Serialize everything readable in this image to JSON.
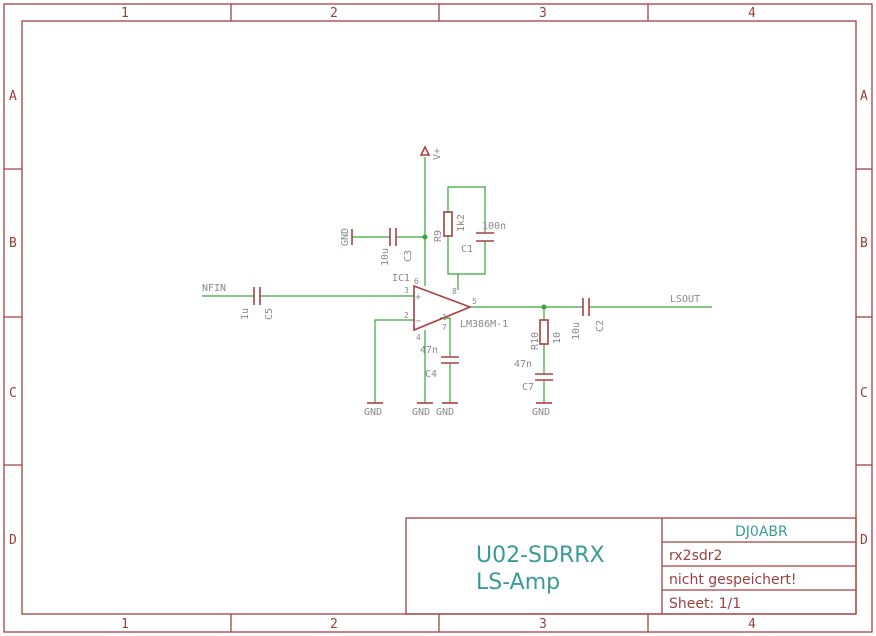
{
  "frame": {
    "columns": [
      "1",
      "2",
      "3",
      "4"
    ],
    "rows": [
      "A",
      "B",
      "C",
      "D"
    ]
  },
  "title_block": {
    "project": "U02-SDRRX",
    "sheet_name": "LS-Amp",
    "author": "DJ0ABR",
    "file": "rx2sdr2",
    "save_state": "nicht gespeichert!",
    "sheet": "Sheet: 1/1"
  },
  "nets": {
    "input": "NFIN",
    "output": "LSOUT",
    "supply": "V+",
    "gnd": "GND"
  },
  "components": {
    "ic1": {
      "name": "IC1",
      "value": "LM386M-1",
      "pins": [
        "3",
        "2",
        "6",
        "4",
        "8",
        "1",
        "7",
        "5"
      ]
    },
    "c5": {
      "name": "C5",
      "value": "1u"
    },
    "c3": {
      "name": "C3",
      "value": "10u"
    },
    "r9": {
      "name": "R9",
      "value": "1k2"
    },
    "c1": {
      "name": "C1",
      "value": "100n"
    },
    "c4": {
      "name": "C4",
      "value": "47n"
    },
    "r10": {
      "name": "R10",
      "value": "10"
    },
    "c7": {
      "name": "C7",
      "value": "47n"
    },
    "c2": {
      "name": "C2",
      "value": "10u"
    }
  },
  "opamp_signs": {
    "plus": "+",
    "minus": "−"
  },
  "colors": {
    "frame": "#a54141",
    "wire": "#3aa33a",
    "label": "#8a8a8a",
    "title": "#3a9a9a"
  }
}
